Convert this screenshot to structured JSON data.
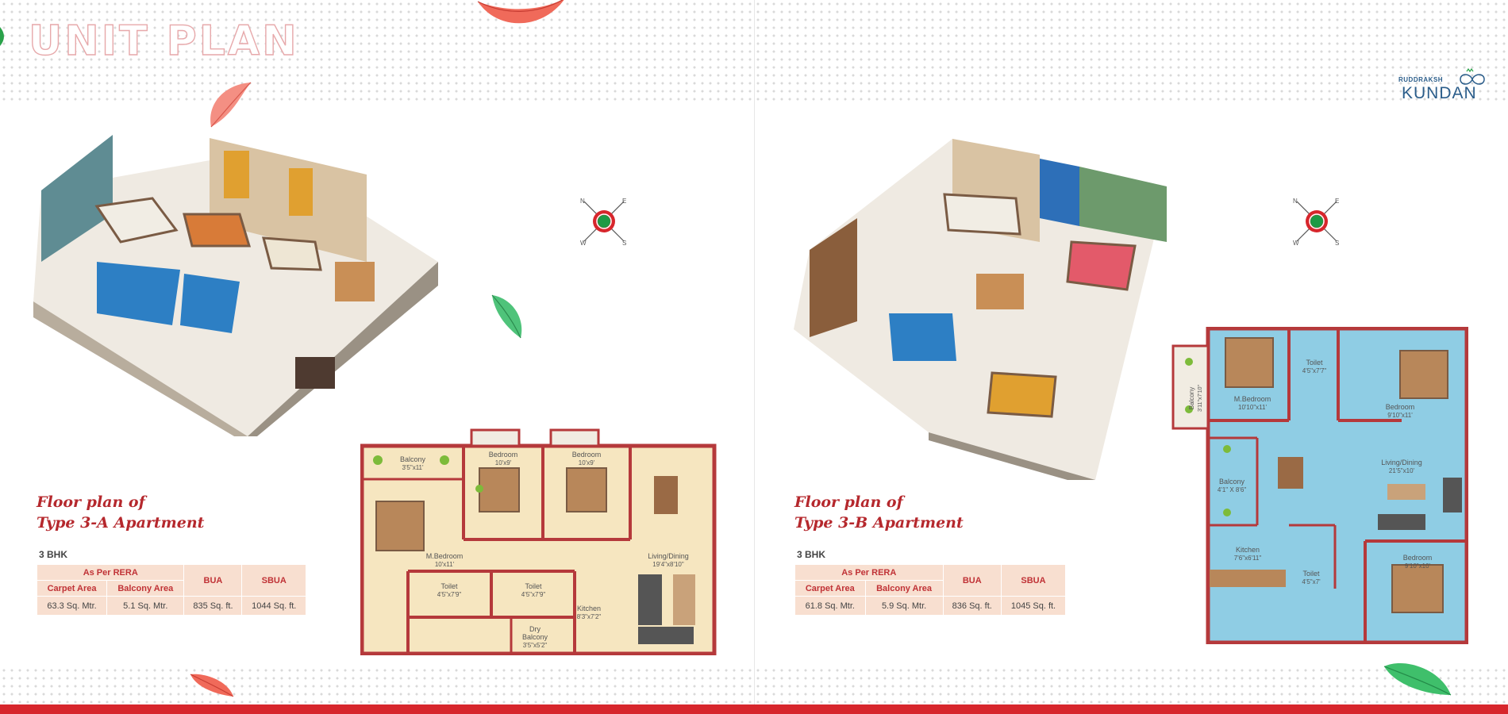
{
  "page": {
    "title": "UNIT PLAN"
  },
  "brand": {
    "small": "RUDDRAKSH",
    "name": "KUNDAN"
  },
  "compass": {
    "n": "N",
    "e": "E",
    "s": "S",
    "w": "W"
  },
  "colors": {
    "accent": "#d7262c",
    "heading": "#b5282d",
    "table_bg": "#f8dfd0",
    "wall": "#b5393b",
    "floor_a": "#f6e6c0",
    "floor_b": "#8fcde4"
  },
  "plans": [
    {
      "heading_line1": "Floor plan of",
      "heading_line2": "Type 3-A Apartment",
      "bhk": "3 BHK",
      "table": {
        "group_header": "As Per RERA",
        "headers": [
          "Carpet Area",
          "Balcony Area",
          "BUA",
          "SBUA"
        ],
        "values": [
          "63.3 Sq. Mtr.",
          "5.1 Sq. Mtr.",
          "835 Sq. ft.",
          "1044 Sq. ft."
        ]
      },
      "rooms": [
        {
          "name": "Balcony",
          "size": "3'5\"x11'"
        },
        {
          "name": "Bedroom",
          "size": "10'x9'"
        },
        {
          "name": "Bedroom",
          "size": "10'x9'"
        },
        {
          "name": "M.Bedroom",
          "size": "10'x11'"
        },
        {
          "name": "Living/Dining",
          "size": "19'4\"x8'10\""
        },
        {
          "name": "Toilet",
          "size": "4'5\"x7'9\""
        },
        {
          "name": "Toilet",
          "size": "4'5\"x7'9\""
        },
        {
          "name": "Kitchen",
          "size": "8'3\"x7'2\""
        },
        {
          "name": "Dry",
          "size": ""
        },
        {
          "name": "Balcony",
          "size": "3'5\"x5'2\""
        }
      ]
    },
    {
      "heading_line1": "Floor plan of",
      "heading_line2": "Type 3-B Apartment",
      "bhk": "3 BHK",
      "table": {
        "group_header": "As Per RERA",
        "headers": [
          "Carpet Area",
          "Balcony Area",
          "BUA",
          "SBUA"
        ],
        "values": [
          "61.8 Sq. Mtr.",
          "5.9 Sq. Mtr.",
          "836 Sq. ft.",
          "1045 Sq. ft."
        ]
      },
      "rooms": [
        {
          "name": "Balcony",
          "size": "3'11\"x7'10\""
        },
        {
          "name": "M.Bedroom",
          "size": "10'10\"x11'"
        },
        {
          "name": "Toilet",
          "size": "4'5\"x7'7\""
        },
        {
          "name": "Bedroom",
          "size": "9'10\"x11'"
        },
        {
          "name": "Living/Dining",
          "size": "21'5\"x10'"
        },
        {
          "name": "Balcony",
          "size": "4'1\" X 8'6\""
        },
        {
          "name": "Kitchen",
          "size": "7'6\"x6'11\""
        },
        {
          "name": "Toilet",
          "size": "4'5\"x7'"
        },
        {
          "name": "Bedroom",
          "size": "9'10\"x10'"
        }
      ]
    }
  ]
}
